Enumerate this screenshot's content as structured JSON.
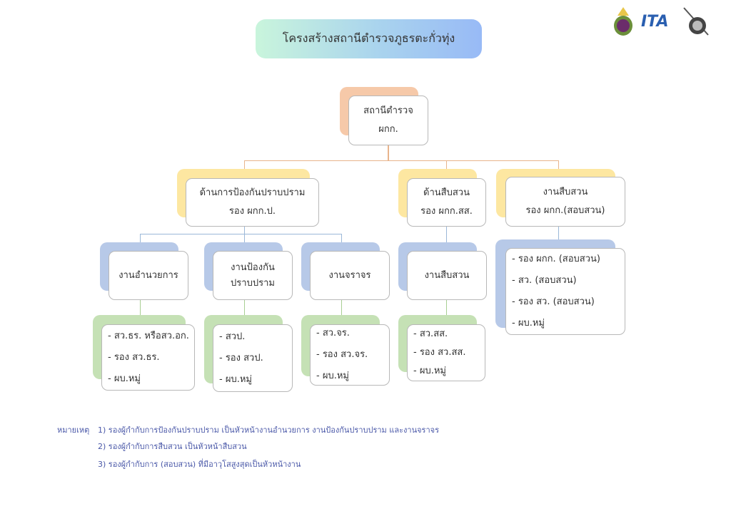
{
  "title": "โครงสร้างสถานีตำรวจภูธรตะกั่วทุ่ง",
  "logos": {
    "itax": "ITA"
  },
  "top": {
    "line1": "สถานีตำรวจ",
    "line2": "ผกก."
  },
  "level2": [
    {
      "line1": "ด้านการป้องกันปราบปราม",
      "line2": "รอง ผกก.ป."
    },
    {
      "line1": "ด้านสืบสวน",
      "line2": "รอง ผกก.สส."
    },
    {
      "line1": "งานสืบสวน",
      "line2": "รอง ผกก.(สอบสวน)"
    }
  ],
  "level3": [
    {
      "line1": "งานอำนวยการ"
    },
    {
      "line1": "งานป้องกัน",
      "line2": "ปราบปราม"
    },
    {
      "line1": "งานจราจร"
    },
    {
      "line1": "งานสืบสวน"
    }
  ],
  "investigation_list": [
    "- รอง ผกก. (สอบสวน)",
    "- สว. (สอบสวน)",
    "- รอง สว. (สอบสวน)",
    "- ผบ.หมู่"
  ],
  "level4": [
    [
      "- สว.ธร. หรือสว.อก.",
      "- รอง สว.ธร.",
      "- ผบ.หมู่"
    ],
    [
      "- สวป.",
      "- รอง สวป.",
      "- ผบ.หมู่"
    ],
    [
      "- สว.จร.",
      "- รอง สว.จร.",
      "- ผบ.หมู่"
    ],
    [
      "- สว.สส.",
      "- รอง สว.สส.",
      "- ผบ.หมู่"
    ]
  ],
  "notes": {
    "label": "หมายเหตุ",
    "items": [
      "1) รองผู้กำกับการป้องกันปราบปราม เป็นหัวหน้างานอำนวยการ งานป้องกันปราบปราม และงานจราจร",
      "2) รองผู้กำกับการสืบสวน เป็นหัวหน้าสืบสวน",
      "3) รองผู้กำกับการ (สอบสวน) ที่มีอาวุโสสูงสุดเป็นหัวหน้างาน"
    ]
  }
}
